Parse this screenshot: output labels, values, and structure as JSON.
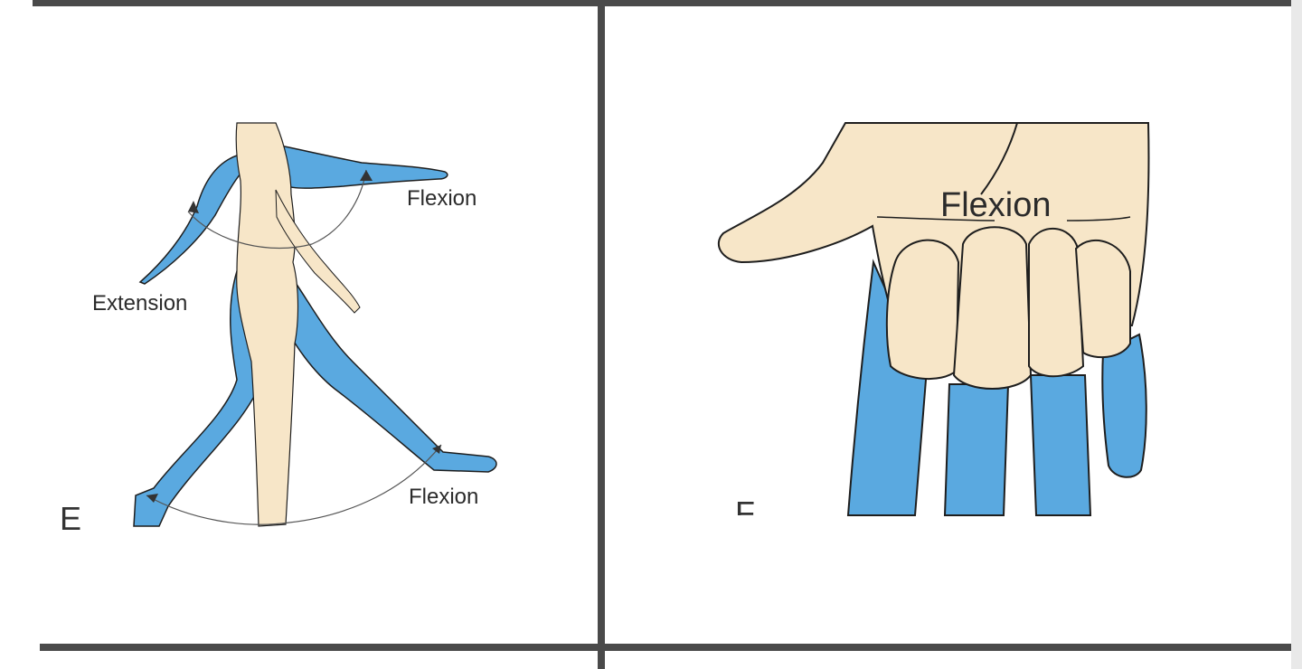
{
  "colors": {
    "skin": "#f7e6c8",
    "limb_blue": "#5aa9e0",
    "outline": "#1e1e1e",
    "divider": "#4a4a4a",
    "arc": "#555555",
    "right_edge": "#e6e6e6"
  },
  "panels": [
    {
      "letter": "E",
      "labels": {
        "arm_flexion": "Flexion",
        "arm_extension": "Extension",
        "leg_flexion": "Flexion"
      }
    },
    {
      "letter": "F",
      "labels": {
        "hand_flexion": "Flexion"
      }
    }
  ]
}
